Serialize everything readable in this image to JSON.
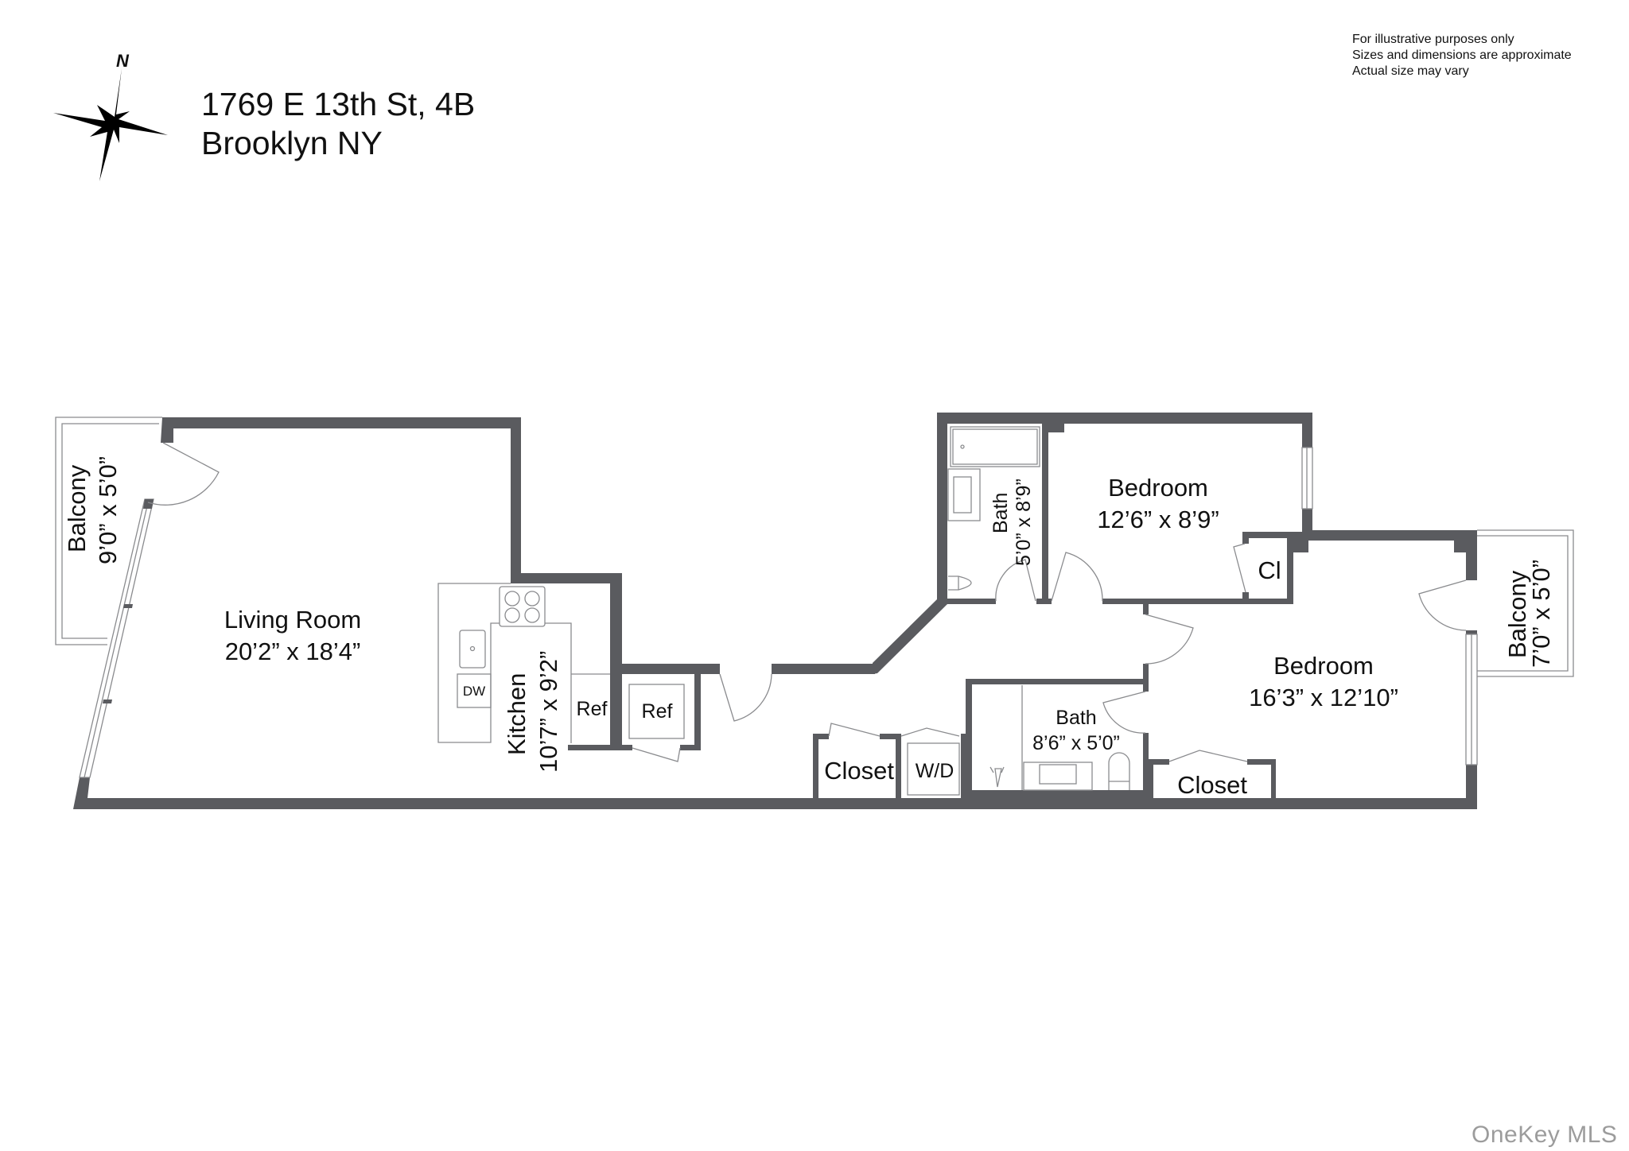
{
  "header": {
    "address_line1": "1769 E 13th St, 4B",
    "address_line2": "Brooklyn NY",
    "compass_label": "N"
  },
  "disclaimer": {
    "line1": "For illustrative purposes only",
    "line2": "Sizes and dimensions are approximate",
    "line3": "Actual size may vary"
  },
  "rooms": {
    "balcony_west": {
      "name": "Balcony",
      "size": "9’0” x 5’0”"
    },
    "living_room": {
      "name": "Living Room",
      "size": "20’2” x 18’4”"
    },
    "kitchen": {
      "name": "Kitchen",
      "size": "10’7” x 9’2”"
    },
    "bath_1": {
      "name": "Bath",
      "size": "5’0” x 8’9”"
    },
    "bedroom_1": {
      "name": "Bedroom",
      "size": "12’6” x 8’9”"
    },
    "closet_cl": {
      "name": "Cl"
    },
    "bedroom_2": {
      "name": "Bedroom",
      "size": "16’3” x 12’10”"
    },
    "balcony_east": {
      "name": "Balcony",
      "size": "7’0” x 5’0”"
    },
    "bath_2": {
      "name": "Bath",
      "size": "8’6” x 5’0”"
    },
    "closet_hall": {
      "name": "Closet"
    },
    "laundry": {
      "name": "W/D"
    },
    "closet_bedroom": {
      "name": "Closet"
    }
  },
  "fixtures": {
    "dishwasher": "DW",
    "fridge_kitchen": "Ref",
    "fridge_alcove": "Ref"
  },
  "colors": {
    "wall": "#5a5b5f",
    "fixture_line": "#8a8b8e",
    "text": "#111111",
    "watermark": "#9c9c9c"
  },
  "watermark": "OneKey MLS"
}
